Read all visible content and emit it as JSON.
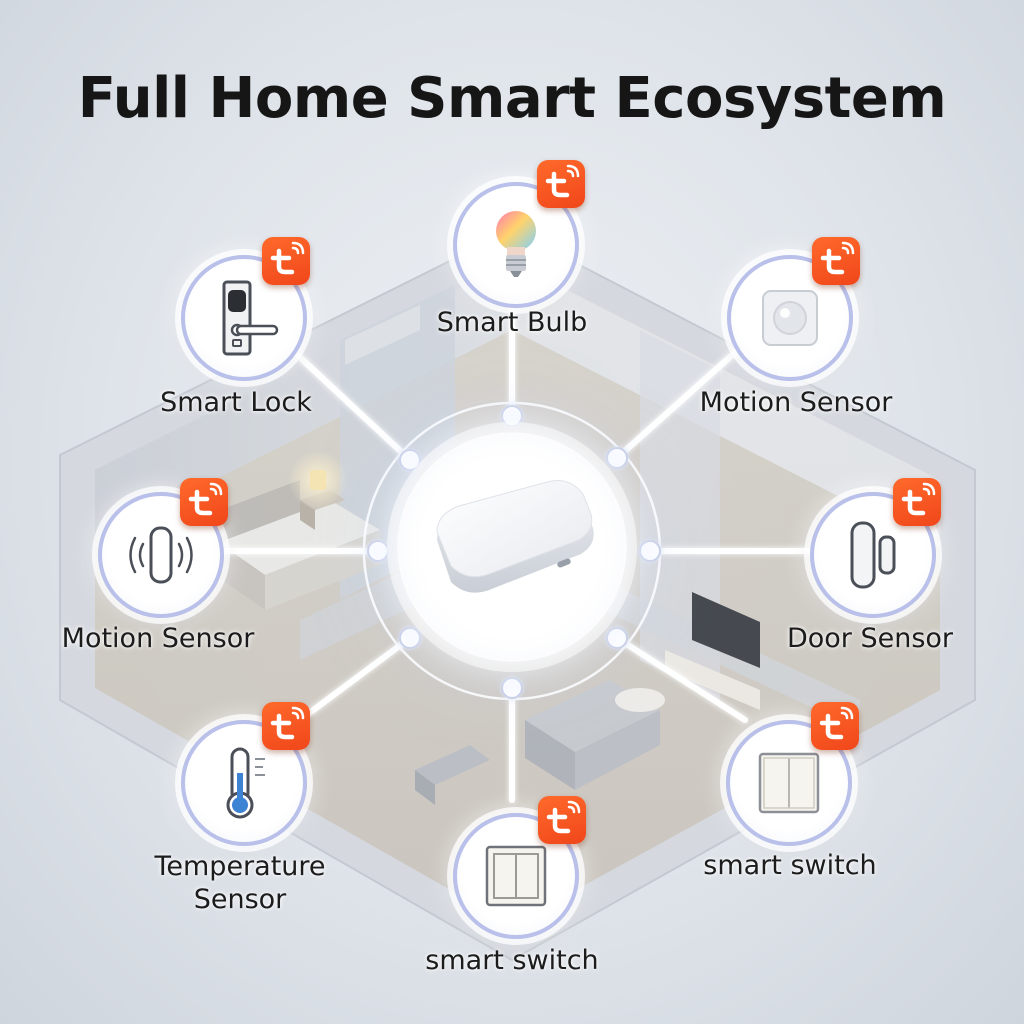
{
  "title": "Full Home Smart Ecosystem",
  "colors": {
    "badge": "#f0461a",
    "ring": "#b9c0ea",
    "connector": "#ffffff"
  },
  "hub": {
    "icon": "zigbee-hub-icon"
  },
  "badge_icon": "tuya-app-icon",
  "devices": [
    {
      "id": "smart-bulb",
      "label": "Smart Bulb",
      "icon": "smart-bulb-icon"
    },
    {
      "id": "motion-sensor-right",
      "label": "Motion Sensor",
      "icon": "motion-sensor-icon"
    },
    {
      "id": "door-sensor",
      "label": "Door Sensor",
      "icon": "door-sensor-icon"
    },
    {
      "id": "smart-switch-right",
      "label": "smart switch",
      "icon": "smart-switch-icon"
    },
    {
      "id": "smart-switch-bottom",
      "label": "smart switch",
      "icon": "smart-switch-icon"
    },
    {
      "id": "temperature-sensor",
      "label": "Temperature\nSensor",
      "icon": "thermometer-icon"
    },
    {
      "id": "motion-sensor-left",
      "label": "Motion Sensor",
      "icon": "motion-sensor-icon"
    },
    {
      "id": "smart-lock",
      "label": "Smart Lock",
      "icon": "smart-lock-icon"
    }
  ]
}
